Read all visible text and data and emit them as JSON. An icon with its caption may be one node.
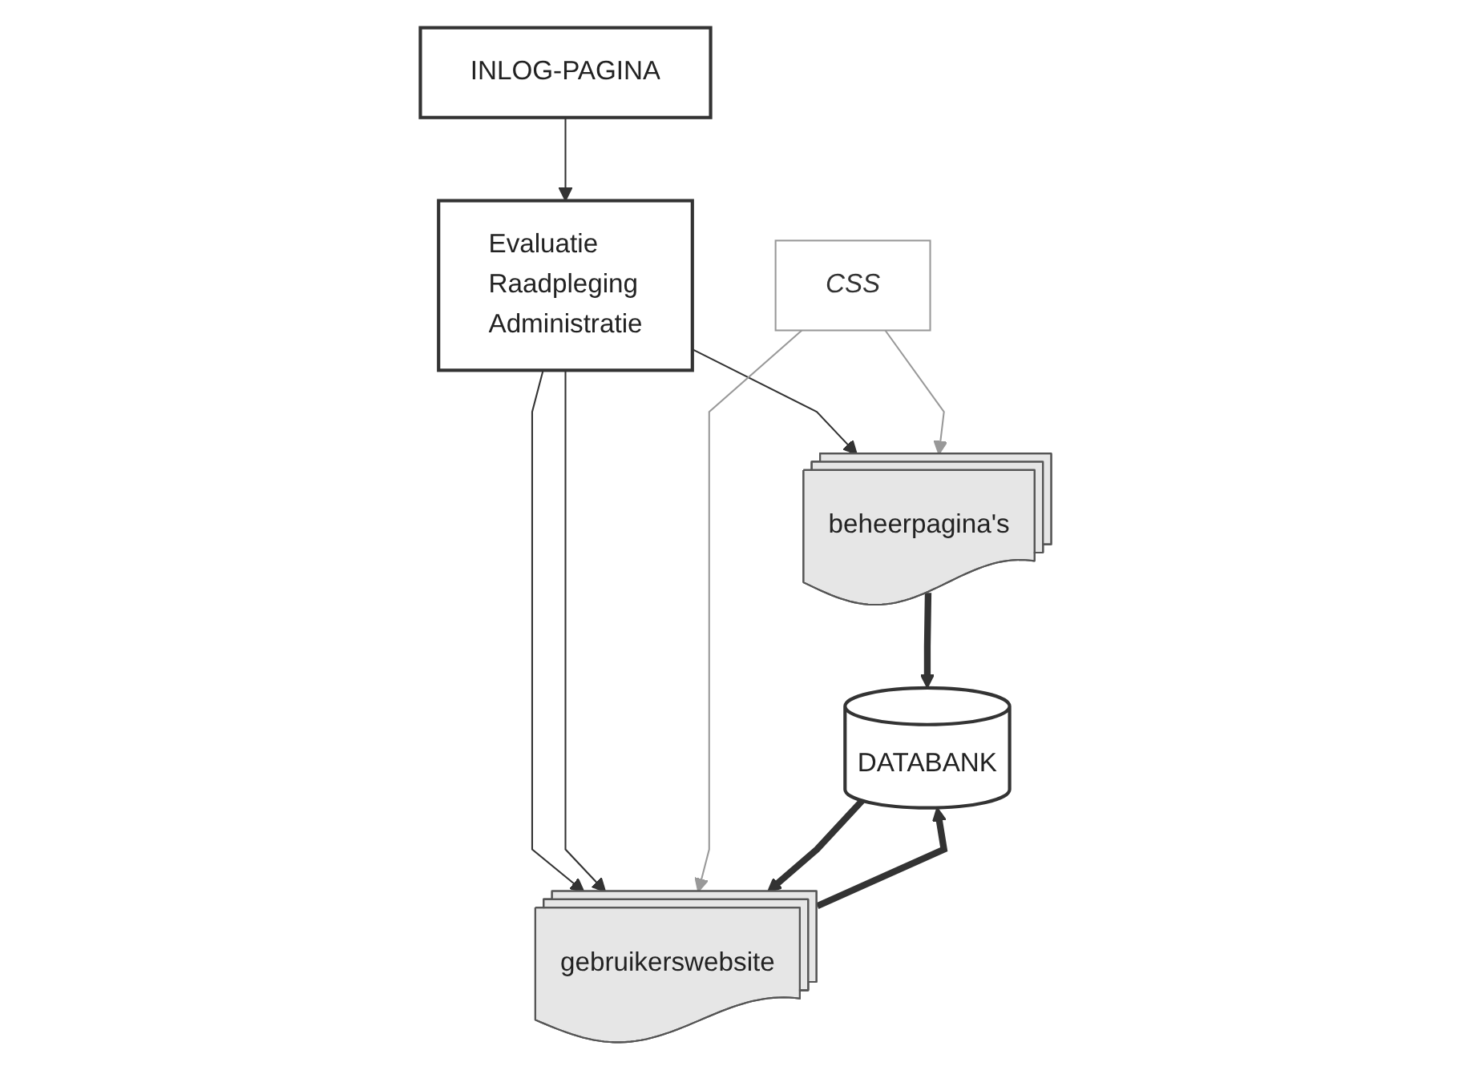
{
  "diagram": {
    "nodes": [
      {
        "text": [
          "INLOG-PAGINA"
        ]
      },
      {
        "text": [
          "Evaluatie",
          "Raadpleging",
          "Administratie"
        ]
      },
      {
        "text": [
          "CSS"
        ]
      },
      {
        "text": [
          "beheerpagina's"
        ]
      },
      {
        "text": [
          "gebruikerswebsite"
        ]
      },
      {
        "text": [
          "DATABANK"
        ]
      }
    ],
    "edges": [
      {
        "from": 0,
        "to": 1,
        "arrow": "to"
      },
      {
        "from": 1,
        "to": 3,
        "arrow": "to"
      },
      {
        "from": 1,
        "to": 4,
        "arrow": "to"
      },
      {
        "from": 1,
        "to": 4,
        "arrow": "to"
      },
      {
        "from": 2,
        "to": 3,
        "arrow": "to",
        "color": "#999999"
      },
      {
        "from": 2,
        "to": 4,
        "arrow": "to",
        "color": "#999999"
      },
      {
        "from": 3,
        "to": 5,
        "arrow": "to",
        "style": "thick"
      },
      {
        "from": 5,
        "to": 4,
        "arrow": "to",
        "style": "thick"
      },
      {
        "from": 4,
        "to": 5,
        "arrow": "to",
        "style": "thick"
      }
    ]
  }
}
